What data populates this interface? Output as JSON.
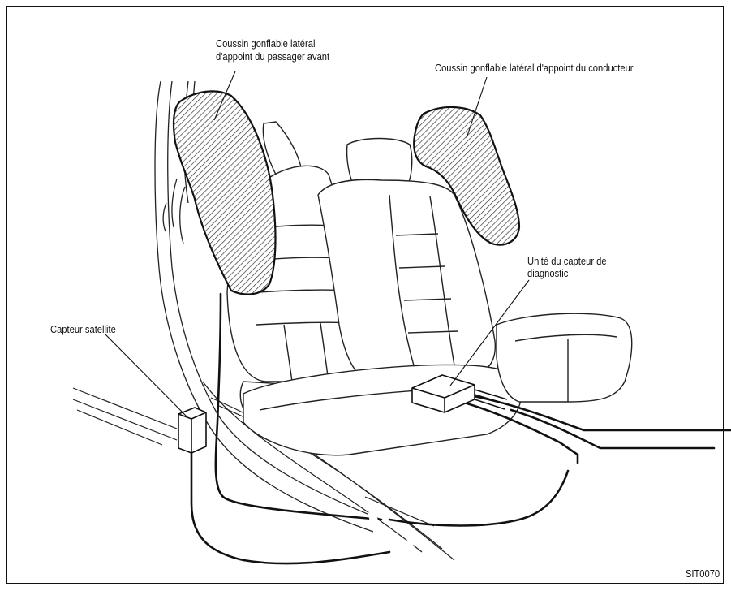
{
  "diagram": {
    "labels": {
      "passenger_airbag_line1": "Coussin gonflable latéral",
      "passenger_airbag_line2": "d'appoint du passager avant",
      "driver_airbag": "Coussin gonflable latéral d'appoint du conducteur",
      "diagnostic_unit_line1": "Unité du capteur de",
      "diagnostic_unit_line2": "diagnostic",
      "satellite_sensor": "Capteur satellite"
    },
    "figure_code": "SIT0070"
  }
}
